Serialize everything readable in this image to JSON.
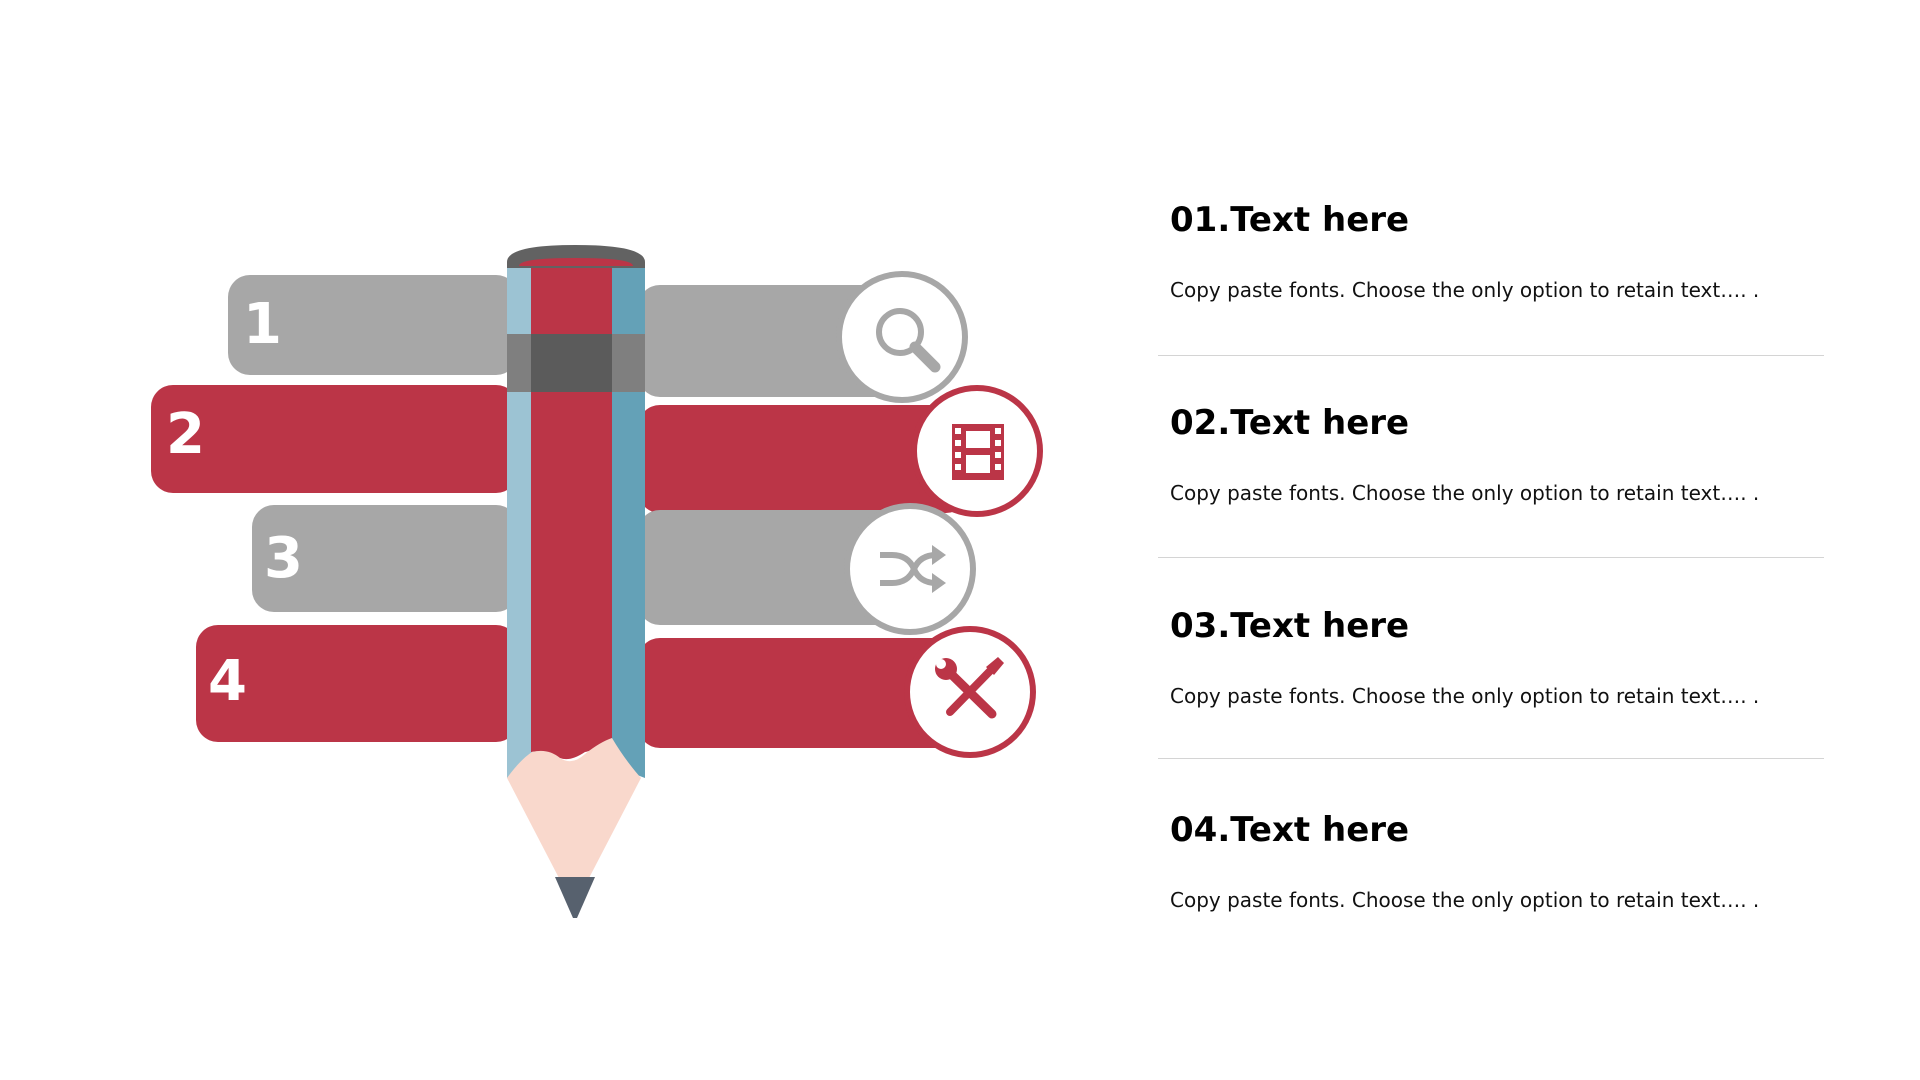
{
  "colors": {
    "red": "#bb3547",
    "gray": "#a7a7a7",
    "band_dark": "#5b5b5b",
    "band_mid": "#7f7f7f",
    "pencil_left": "#9cc3d3",
    "pencil_right": "#64a1b7",
    "wood": "#f9d8cc",
    "lead": "#57616e",
    "eraser_top": "#626262"
  },
  "tabs": [
    {
      "number": "1",
      "color": "gray",
      "icon": "search-icon"
    },
    {
      "number": "2",
      "color": "red",
      "icon": "film-icon"
    },
    {
      "number": "3",
      "color": "gray",
      "icon": "shuffle-icon"
    },
    {
      "number": "4",
      "color": "red",
      "icon": "tools-icon"
    }
  ],
  "items": [
    {
      "title": "01.Text here",
      "desc": "Copy paste fonts. Choose the only option to retain text…. ."
    },
    {
      "title": "02.Text here",
      "desc": "Copy paste fonts. Choose the only option to retain text…. ."
    },
    {
      "title": "03.Text here",
      "desc": "Copy paste fonts. Choose the only option to retain text…. ."
    },
    {
      "title": "04.Text here",
      "desc": "Copy paste fonts. Choose the only option to retain text…. ."
    }
  ]
}
